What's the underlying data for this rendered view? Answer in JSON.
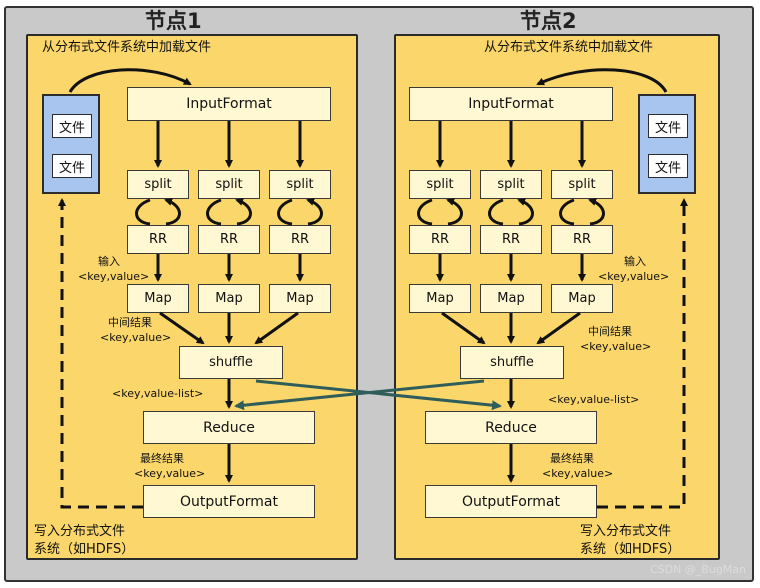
{
  "node1": {
    "title": "节点1",
    "load_label": "从分布式文件系统中加载文件",
    "files": [
      "文件",
      "文件"
    ],
    "input_format": "InputFormat",
    "splits": [
      "split",
      "split",
      "split"
    ],
    "rrs": [
      "RR",
      "RR",
      "RR"
    ],
    "maps": [
      "Map",
      "Map",
      "Map"
    ],
    "input_label": "输入",
    "input_kv": "<key,value>",
    "mid_label": "中间结果",
    "mid_kv": "<key,value>",
    "shuffle": "shuffle",
    "value_list": "<key,value-list>",
    "reduce": "Reduce",
    "final_label": "最终结果",
    "final_kv": "<key,value>",
    "output_format": "OutputFormat",
    "write_label_1": "写入分布式文件",
    "write_label_2": "系统（如HDFS）"
  },
  "node2": {
    "title": "节点2",
    "load_label": "从分布式文件系统中加载文件",
    "files": [
      "文件",
      "文件"
    ],
    "input_format": "InputFormat",
    "splits": [
      "split",
      "split",
      "split"
    ],
    "rrs": [
      "RR",
      "RR",
      "RR"
    ],
    "maps": [
      "Map",
      "Map",
      "Map"
    ],
    "input_label": "输入",
    "input_kv": "<key,value>",
    "mid_label": "中间结果",
    "mid_kv": "<key,value>",
    "shuffle": "shuffle",
    "value_list": "<key,value-list>",
    "reduce": "Reduce",
    "final_label": "最终结果",
    "final_kv": "<key,value>",
    "output_format": "OutputFormat",
    "write_label_1": "写入分布式文件",
    "write_label_2": "系统（如HDFS）"
  },
  "watermark": "CSDN @_BugMan",
  "colors": {
    "node_fill": "#fbd66a",
    "box_fill": "#fff8d2",
    "file_store": "#a8c5ef",
    "cross_arrow": "#2f5e5a"
  }
}
